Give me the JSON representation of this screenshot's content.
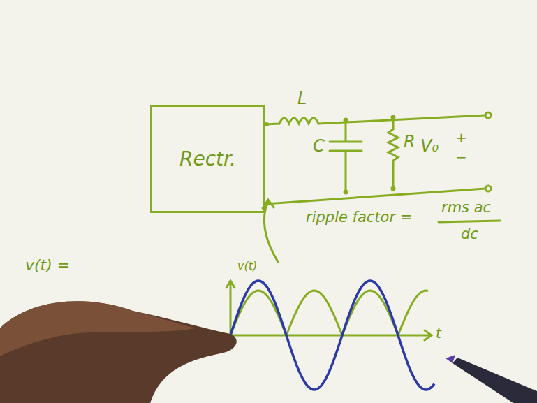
{
  "diagram": {
    "nodes": [
      {
        "text": [
          "Rectr."
        ]
      }
    ],
    "labels": [
      "L",
      "C",
      "R",
      "V₀",
      "+",
      "−",
      "ripple factor =",
      "rms ac",
      "dc",
      "v(t) =",
      "v(t)",
      "t"
    ]
  }
}
